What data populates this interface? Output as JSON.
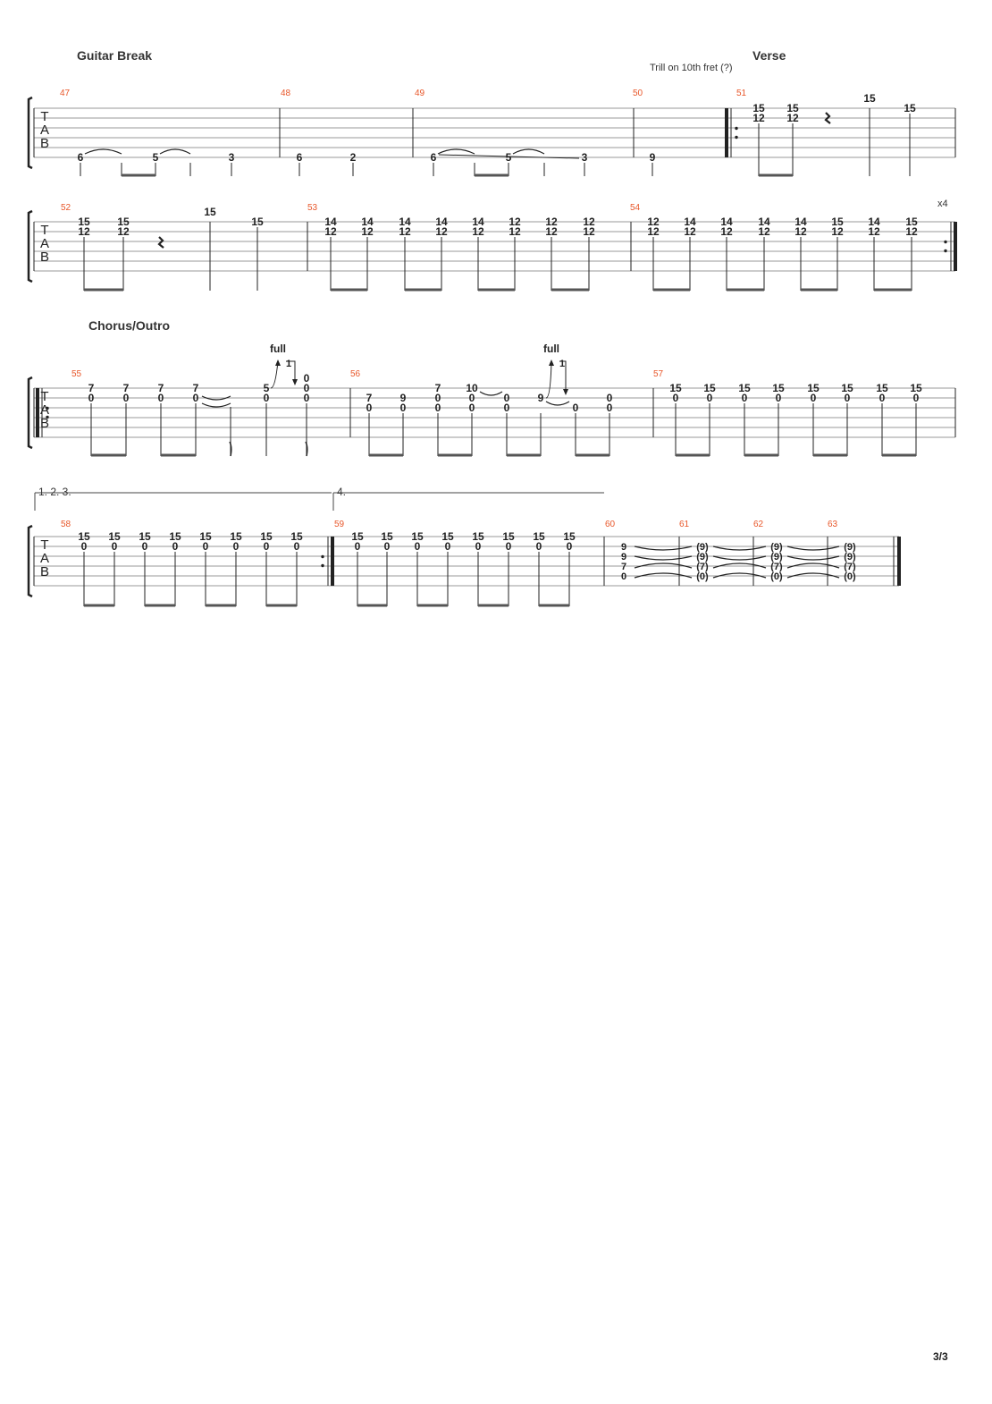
{
  "sections": {
    "guitar_break": "Guitar Break",
    "verse": "Verse",
    "chorus_outro": "Chorus/Outro"
  },
  "annotations": {
    "trill": "Trill on 10th fret (?)",
    "repeat_count": "x4",
    "ending_1": "1. 2. 3.",
    "ending_2": "4.",
    "bend": "full"
  },
  "page_number": "3/3",
  "tab_clef": [
    "T",
    "A",
    "B"
  ],
  "colors": {
    "measure_number": "#e8572a",
    "ink": "#222222",
    "staff_line": "#9a9a9a"
  },
  "measures": {
    "m47": {
      "number": "47",
      "notes": [
        {
          "s": 6,
          "f": "6"
        },
        {
          "s": 6,
          "f": "5"
        },
        {
          "s": 6,
          "f": "3"
        }
      ]
    },
    "m48": {
      "number": "48",
      "notes": [
        {
          "s": 6,
          "f": "6"
        },
        {
          "s": 6,
          "f": "2"
        }
      ]
    },
    "m49": {
      "number": "49",
      "notes": [
        {
          "s": 6,
          "f": "6"
        },
        {
          "s": 6,
          "f": "5"
        },
        {
          "s": 6,
          "f": "3"
        }
      ]
    },
    "m50": {
      "number": "50",
      "notes": [
        {
          "s": 6,
          "f": "9"
        }
      ]
    },
    "m51": {
      "number": "51",
      "chords": [
        [
          "15",
          "12"
        ],
        [
          "15",
          "12"
        ]
      ],
      "singles": [
        "15",
        "15"
      ]
    },
    "m52": {
      "number": "52",
      "chords": [
        [
          "15",
          "12"
        ],
        [
          "15",
          "12"
        ]
      ],
      "singles": [
        "15",
        "15"
      ]
    },
    "m53": {
      "number": "53",
      "chords": [
        [
          "14",
          "12"
        ],
        [
          "14",
          "12"
        ],
        [
          "14",
          "12"
        ],
        [
          "14",
          "12"
        ],
        [
          "14",
          "12"
        ],
        [
          "12",
          "12"
        ],
        [
          "12",
          "12"
        ],
        [
          "12",
          "12"
        ]
      ]
    },
    "m54": {
      "number": "54",
      "chords": [
        [
          "12",
          "12"
        ],
        [
          "14",
          "12"
        ],
        [
          "14",
          "12"
        ],
        [
          "14",
          "12"
        ],
        [
          "14",
          "12"
        ],
        [
          "15",
          "12"
        ],
        [
          "14",
          "12"
        ],
        [
          "15",
          "12"
        ]
      ]
    },
    "m55": {
      "number": "55",
      "chords": [
        [
          "7",
          "0"
        ],
        [
          "7",
          "0"
        ],
        [
          "7",
          "0"
        ],
        [
          "7",
          "0"
        ]
      ],
      "bend_from": [
        "5",
        "0"
      ],
      "bend_to": [
        "0",
        "0",
        "0"
      ],
      "bend_amount": "1"
    },
    "m56": {
      "number": "56",
      "chords": [
        [
          "7",
          "0"
        ],
        [
          "9",
          "0"
        ],
        [
          "7",
          "0",
          "0"
        ],
        [
          "10",
          "0",
          "0"
        ],
        [
          "0",
          "0"
        ],
        [
          "9"
        ],
        [
          "0"
        ],
        [
          "0",
          "0"
        ]
      ],
      "bend_amount": "1"
    },
    "m57": {
      "number": "57",
      "chords": [
        [
          "15",
          "0"
        ],
        [
          "15",
          "0"
        ],
        [
          "15",
          "0"
        ],
        [
          "15",
          "0"
        ],
        [
          "15",
          "0"
        ],
        [
          "15",
          "0"
        ],
        [
          "15",
          "0"
        ],
        [
          "15",
          "0"
        ]
      ]
    },
    "m58": {
      "number": "58",
      "chords": [
        [
          "15",
          "0"
        ],
        [
          "15",
          "0"
        ],
        [
          "15",
          "0"
        ],
        [
          "15",
          "0"
        ],
        [
          "15",
          "0"
        ],
        [
          "15",
          "0"
        ],
        [
          "15",
          "0"
        ],
        [
          "15",
          "0"
        ]
      ]
    },
    "m59": {
      "number": "59",
      "chords": [
        [
          "15",
          "0"
        ],
        [
          "15",
          "0"
        ],
        [
          "15",
          "0"
        ],
        [
          "15",
          "0"
        ],
        [
          "15",
          "0"
        ],
        [
          "15",
          "0"
        ],
        [
          "15",
          "0"
        ],
        [
          "15",
          "0"
        ]
      ]
    },
    "m60": {
      "number": "60",
      "chord": [
        "9",
        "9",
        "7",
        "0"
      ]
    },
    "m61": {
      "number": "61",
      "chord": [
        "(9)",
        "(9)",
        "(7)",
        "(0)"
      ]
    },
    "m62": {
      "number": "62",
      "chord": [
        "(9)",
        "(9)",
        "(7)",
        "(0)"
      ]
    },
    "m63": {
      "number": "63",
      "chord": [
        "(9)",
        "(9)",
        "(7)",
        "(0)"
      ]
    }
  }
}
